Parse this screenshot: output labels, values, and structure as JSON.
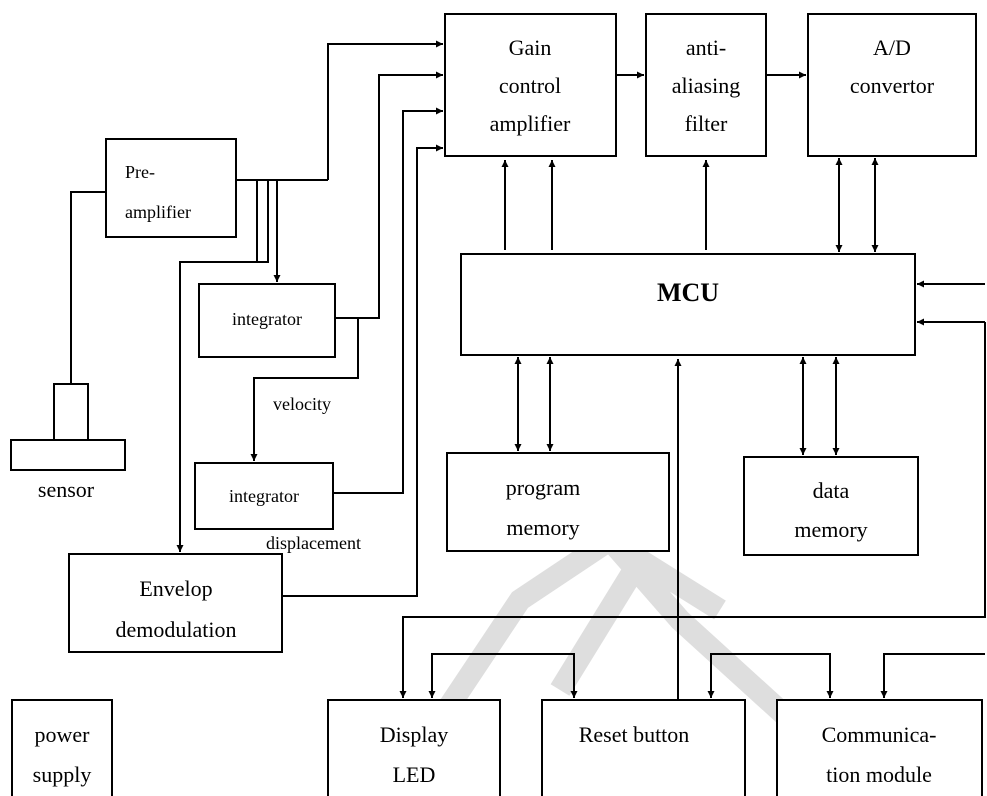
{
  "blocks": {
    "gain": {
      "lines": [
        "Gain",
        "control",
        "amplifier"
      ]
    },
    "aaf": {
      "lines": [
        "anti-",
        "aliasing",
        "filter"
      ]
    },
    "adc": {
      "lines": [
        "A/D",
        "convertor"
      ]
    },
    "preamp": {
      "lines": [
        "Pre-",
        "amplifier"
      ]
    },
    "mcu": {
      "lines": [
        "MCU"
      ]
    },
    "integrator1": {
      "lines": [
        "integrator"
      ]
    },
    "integrator2": {
      "lines": [
        "integrator"
      ]
    },
    "program_memory": {
      "lines": [
        "program",
        "memory"
      ]
    },
    "data_memory": {
      "lines": [
        "data",
        "memory"
      ]
    },
    "envelope": {
      "lines": [
        "Envelop",
        "demodulation"
      ]
    },
    "power": {
      "lines": [
        "power",
        "supply"
      ]
    },
    "display": {
      "lines": [
        "Display",
        "LED"
      ]
    },
    "reset": {
      "lines": [
        "Reset button"
      ]
    },
    "comm": {
      "lines": [
        "Communica-",
        "tion module"
      ]
    }
  },
  "labels": {
    "sensor": "sensor",
    "velocity": "velocity",
    "displacement": "displacement"
  },
  "colors": {
    "stroke": "#000000",
    "background": "#ffffff",
    "watermark": "#c8c8c8"
  }
}
